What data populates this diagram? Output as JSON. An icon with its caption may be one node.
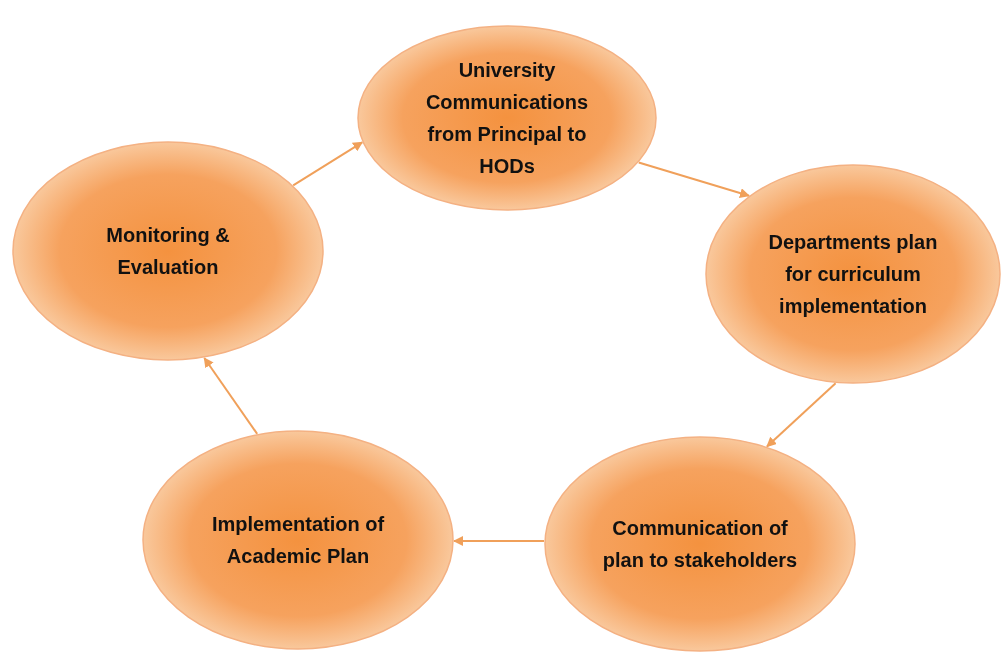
{
  "diagram": {
    "nodes": [
      {
        "text": [
          "University Communications from Principal to HODs"
        ]
      },
      {
        "text": [
          "Departments plan for curriculum implementation"
        ]
      },
      {
        "text": [
          "Communication of plan to stakeholders"
        ]
      },
      {
        "text": [
          "Implementation of Academic Plan"
        ]
      },
      {
        "text": [
          "Monitoring & Evaluation"
        ]
      }
    ],
    "edges": [
      {
        "from": 0,
        "to": 1,
        "arrow": "to"
      },
      {
        "from": 1,
        "to": 2,
        "arrow": "to"
      },
      {
        "from": 2,
        "to": 3,
        "arrow": "to"
      },
      {
        "from": 3,
        "to": 4,
        "arrow": "to"
      },
      {
        "from": 4,
        "to": 0,
        "arrow": "to"
      }
    ]
  }
}
